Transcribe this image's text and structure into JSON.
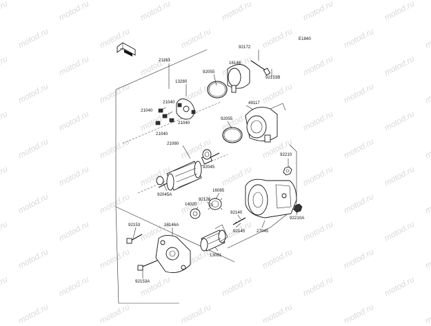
{
  "diagram": {
    "ref_code": "E1840",
    "watermark": "motod.ru",
    "parts": [
      {
        "id": "p21163",
        "label": "21163"
      },
      {
        "id": "p92172",
        "label": "92172"
      },
      {
        "id": "p16146",
        "label": "16146"
      },
      {
        "id": "p92055a",
        "label": "92055"
      },
      {
        "id": "p92153b",
        "label": "92153B"
      },
      {
        "id": "p13280",
        "label": "13280"
      },
      {
        "id": "p21040a",
        "label": "21040"
      },
      {
        "id": "p21040b",
        "label": "21040"
      },
      {
        "id": "p21040c",
        "label": "21040"
      },
      {
        "id": "p21040d",
        "label": "21040"
      },
      {
        "id": "p49117",
        "label": "49117"
      },
      {
        "id": "p92055b",
        "label": "92055"
      },
      {
        "id": "p21080",
        "label": "21080"
      },
      {
        "id": "p92045",
        "label": "92045"
      },
      {
        "id": "p92045a",
        "label": "92045A"
      },
      {
        "id": "p92210",
        "label": "92210"
      },
      {
        "id": "p16085",
        "label": "16085"
      },
      {
        "id": "p92122",
        "label": "92122"
      },
      {
        "id": "p14020",
        "label": "14020"
      },
      {
        "id": "p92140",
        "label": "92140"
      },
      {
        "id": "p92145",
        "label": "92145"
      },
      {
        "id": "p27045",
        "label": "27045"
      },
      {
        "id": "p92210a",
        "label": "92210A"
      },
      {
        "id": "p92153",
        "label": "92153"
      },
      {
        "id": "p16146a",
        "label": "16146A"
      },
      {
        "id": "p13081",
        "label": "13081"
      },
      {
        "id": "p92153a",
        "label": "92153A"
      }
    ]
  }
}
